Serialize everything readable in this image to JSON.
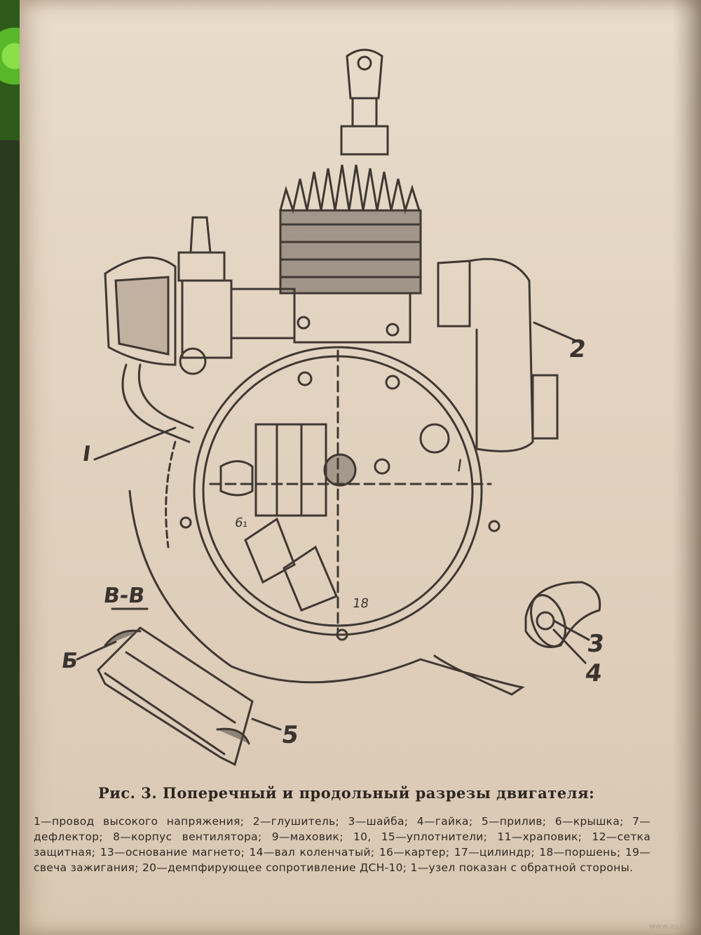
{
  "figure": {
    "caption": "Рис. 3. Поперечный и продольный разрезы двигателя:",
    "legend": "1—провод высокого напряжения; 2—глушитель; 3—шайба; 4—гайка; 5—прилив; 6—крышка; 7—дефлектор; 8—корпус вентилятора; 9—маховик; 10, 15—уплотнители; 11—храповик; 12—сетка защитная; 13—основание магнето; 14—вал коленчатый; 16—картер; 17—цилиндр; 18—поршень; 19—свеча зажигания; 20—демпфирующее сопротивление ДСН-10; 1—узел показан с обратной стороны.",
    "labels": {
      "section": "В-В",
      "detail_b": "Б",
      "num_2": "2",
      "num_3": "3",
      "num_4": "4",
      "num_5": "5",
      "num_1": "I",
      "num_1b": "I",
      "num_18": "18",
      "num_61": "6₁"
    }
  },
  "watermark": "www.ay.by",
  "colors": {
    "paper": "#e2d3c0",
    "ink": "#3a3430"
  }
}
